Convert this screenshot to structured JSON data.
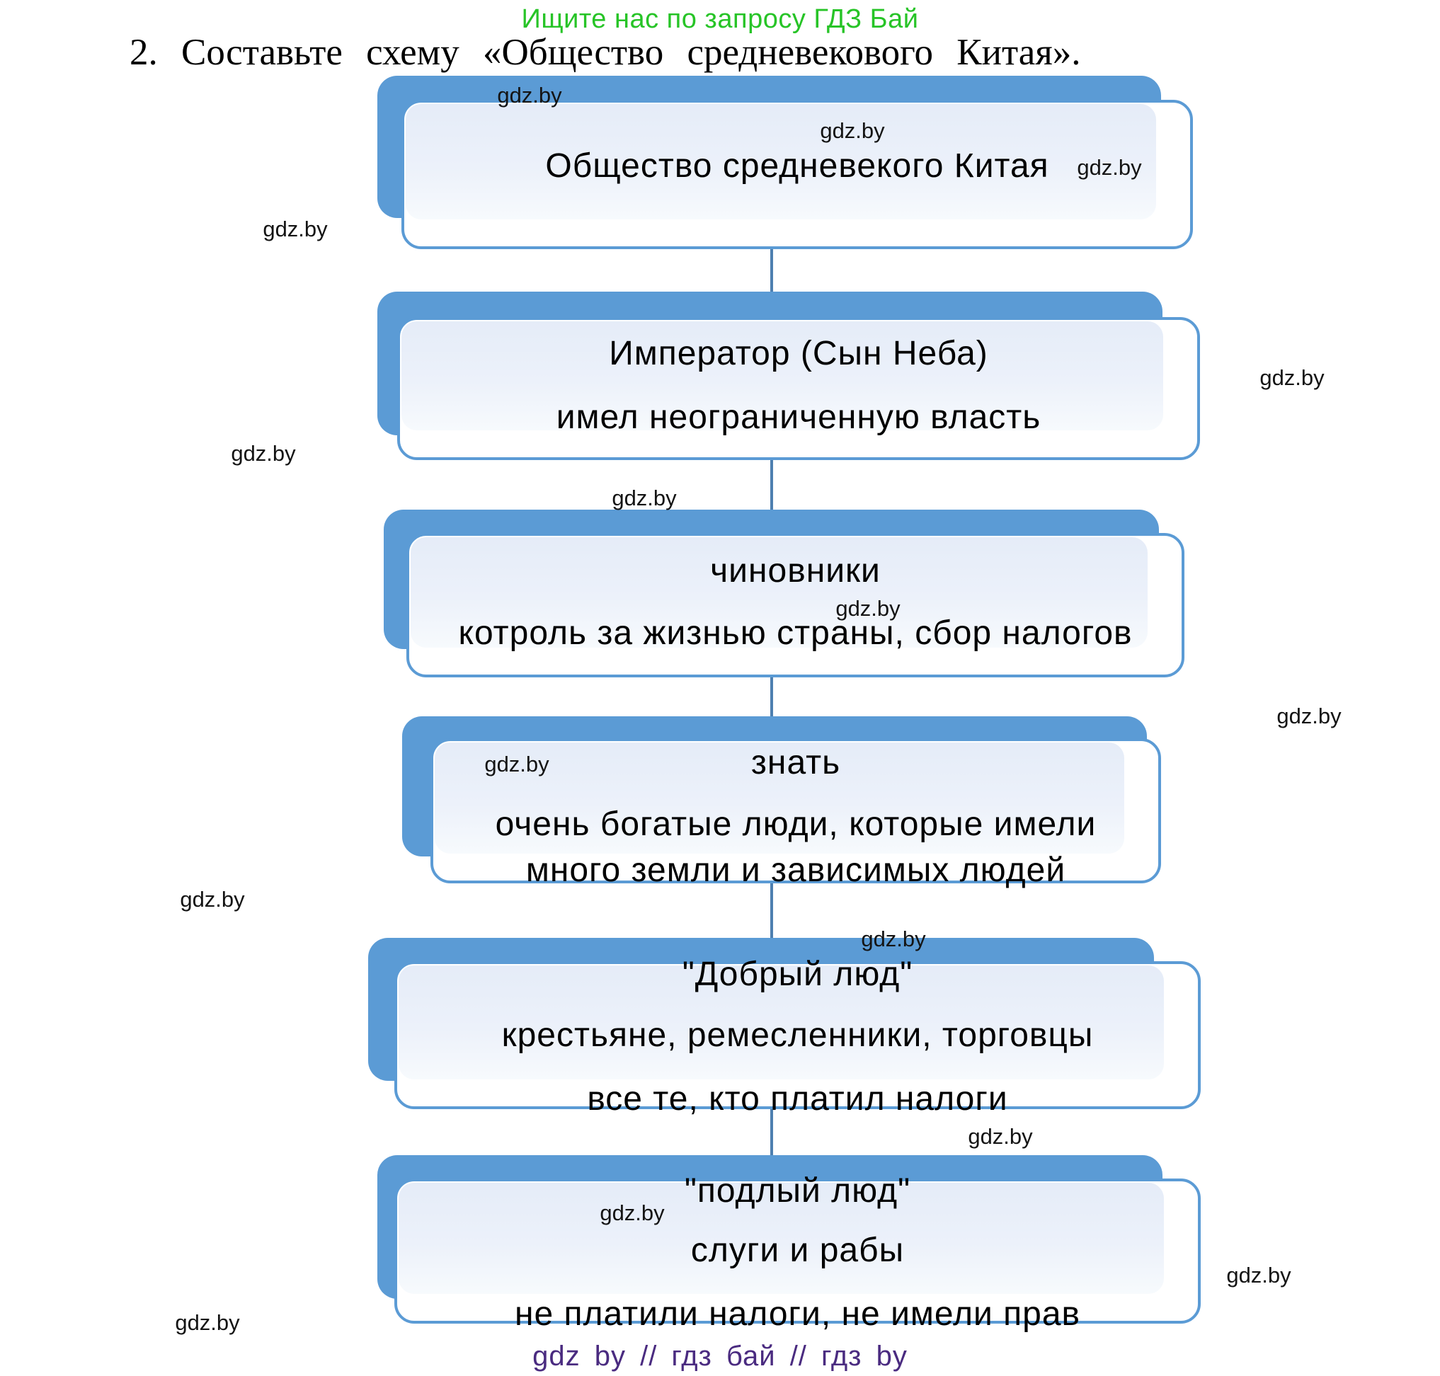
{
  "header": {
    "promo": "Ищите нас по запросу ГДЗ Бай",
    "title": "2. Составьте схему «Общество средневекового Китая»."
  },
  "watermark": "gdz.by",
  "footer": "gdz by  //  гдз бай  //  гдз by",
  "colors": {
    "node_back_blue": "#5b9bd5",
    "node_border_blue": "#5b9bd5",
    "node_panel_fill": "#ecf1fa",
    "connector_blue": "#4d7fb0",
    "promo_green": "#27c427",
    "footer_purple": "#4a2b80",
    "watermark_ink": "#141414",
    "text_black": "#000000"
  },
  "diagram": {
    "boxes": [
      {
        "lines": [
          "Общество средневекого Китая"
        ]
      },
      {
        "lines": [
          "Император (Сын Неба)",
          "имел неограниченную власть"
        ]
      },
      {
        "lines": [
          "чиновники",
          "котроль за жизнью страны, сбор налогов"
        ]
      },
      {
        "lines": [
          "знать",
          "очень богатые люди, которые имели",
          "много земли и зависимых людей"
        ]
      },
      {
        "lines": [
          "\"Добрый люд\"",
          "крестьяне, ремесленники, торговцы",
          "все те, кто платил налоги"
        ]
      },
      {
        "lines": [
          "\"подлый люд\"",
          "слуги и рабы",
          "не платили налоги, не имели прав"
        ]
      }
    ]
  }
}
